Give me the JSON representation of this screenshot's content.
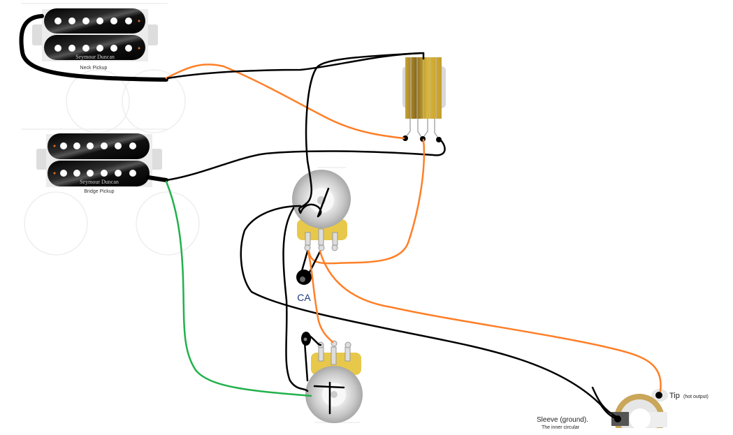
{
  "neck_pickup": {
    "brand": "Seymour Duncan",
    "label": "Neck Pickup"
  },
  "bridge_pickup": {
    "brand": "Seymour Duncan",
    "label": "Bridge Pickup"
  },
  "capacitor": {
    "label": "CA"
  },
  "jack": {
    "tip_label": "Tip",
    "tip_note": "(hot output)",
    "sleeve_label": "Sleeve (ground).",
    "sleeve_note": "The inner circular"
  },
  "colors": {
    "ground_wire": "#000000",
    "hot_wire": "#ff7f27",
    "bridge_wire": "#22b14c",
    "pot_base": "#e8c84a",
    "switch_body": "#d4a82a"
  }
}
